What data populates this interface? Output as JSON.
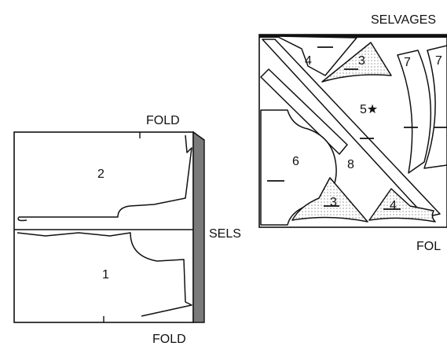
{
  "labels": {
    "fold_top_left": "FOLD",
    "fold_bottom_left": "FOLD",
    "sels": "SELS",
    "selvages": "SELVAGES",
    "fold_right": "FOL"
  },
  "pieces": {
    "p1": "1",
    "p2": "2",
    "p3_top": "3",
    "p3_bottom": "3",
    "p4_top": "4",
    "p4_bottom": "4",
    "p5": "5★",
    "p6": "6",
    "p7_a": "7",
    "p7_b": "7",
    "p8": "8"
  }
}
